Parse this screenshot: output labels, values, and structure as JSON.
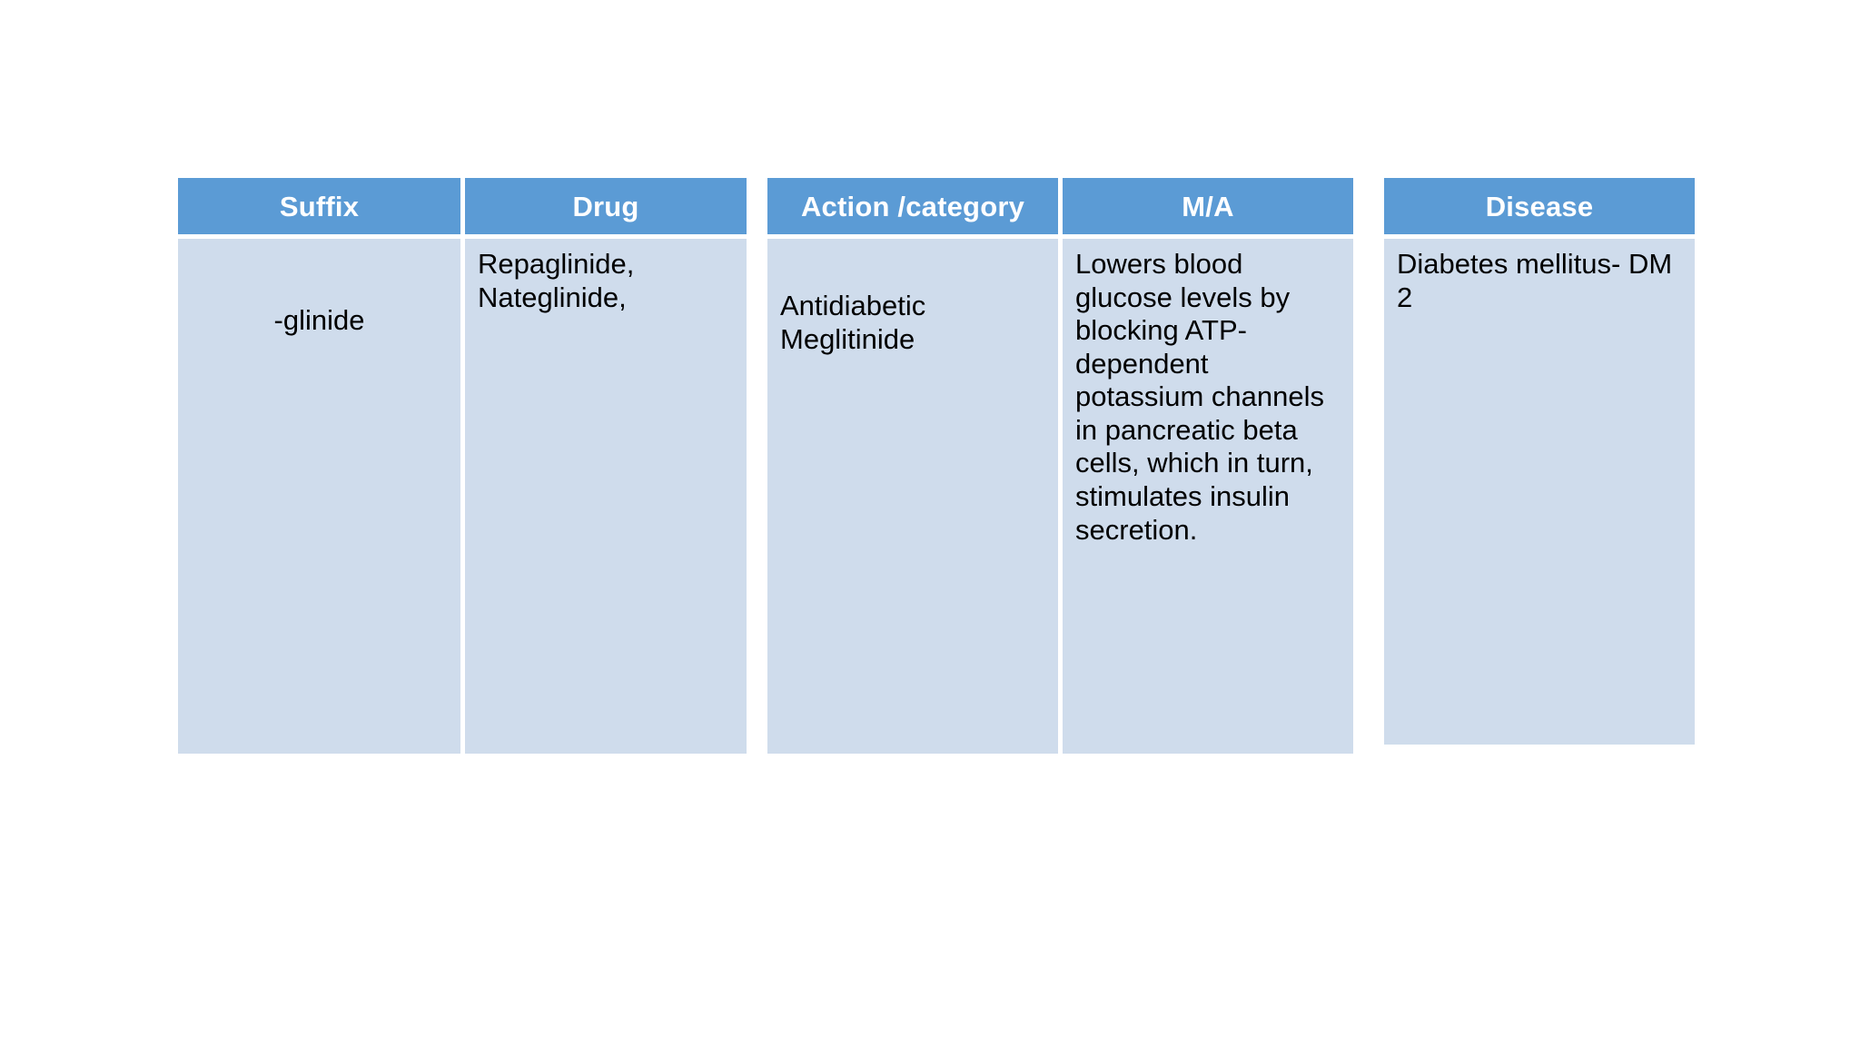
{
  "slide": {
    "background_color": "#ffffff",
    "header_color": "#5b9bd5",
    "cell_color": "#cfdcec",
    "header_text_color": "#ffffff",
    "body_text_color": "#000000"
  },
  "tables": [
    {
      "name": "suffix-drug-table",
      "columns": [
        {
          "header": "Suffix",
          "cell": "-glinide",
          "align": "center"
        },
        {
          "header": "Drug",
          "cell": "Repaglinide,\nNateglinide,",
          "align": "left"
        }
      ]
    },
    {
      "name": "action-mechanism-table",
      "columns": [
        {
          "header": "Action /category",
          "cell": "Antidiabetic\nMeglitinide",
          "align": "left"
        },
        {
          "header": "M/A",
          "cell": "Lowers blood glucose levels by blocking ATP-dependent potassium channels in pancreatic beta cells, which in turn, stimulates insulin secretion.",
          "align": "left"
        }
      ]
    },
    {
      "name": "disease-table",
      "columns": [
        {
          "header": "Disease",
          "cell": "Diabetes mellitus- DM 2",
          "align": "left"
        }
      ]
    }
  ]
}
